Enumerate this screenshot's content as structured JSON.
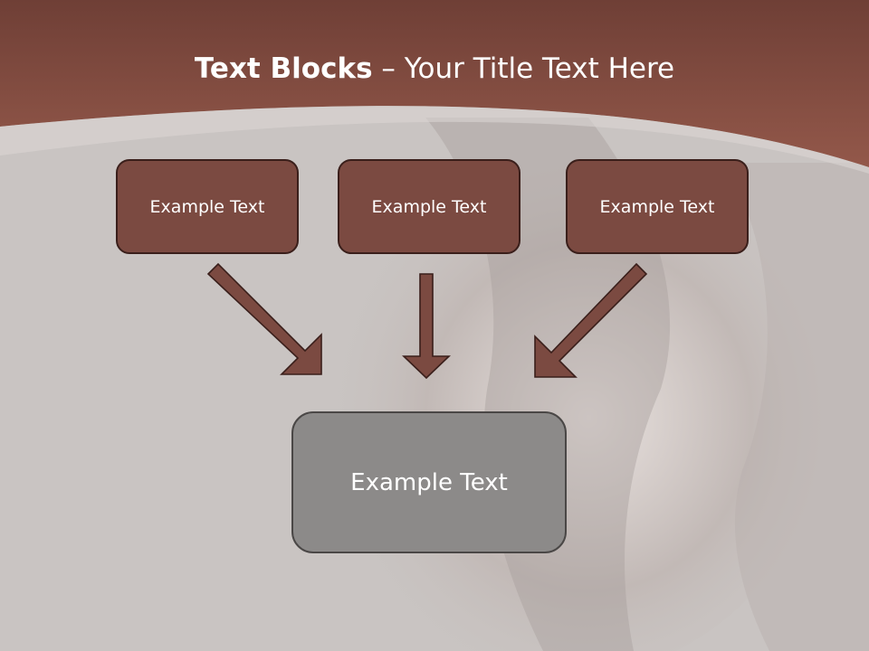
{
  "slide": {
    "title_bold": "Text Blocks",
    "title_rest": " – Your Title Text Here",
    "top_boxes": [
      {
        "label": "Example Text"
      },
      {
        "label": "Example Text"
      },
      {
        "label": "Example Text"
      }
    ],
    "bottom_box": {
      "label": "Example Text"
    }
  },
  "colors": {
    "header_brown": "#8a5448",
    "box_fill": "#7b4a41",
    "box_border": "#3a1f1b",
    "bottom_box_fill": "#8c8a89",
    "background": "#c9c4c2"
  }
}
